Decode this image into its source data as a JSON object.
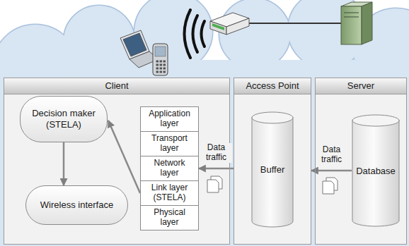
{
  "diagram": {
    "nodes": [
      {
        "text": [
          "Client"
        ]
      },
      {
        "text": [
          "Decision maker (STELA)"
        ],
        "in": 0
      },
      {
        "text": [
          "Wireless interface"
        ],
        "in": 0
      },
      {
        "text": [
          "Application layer"
        ],
        "in": 0
      },
      {
        "text": [
          "Transport layer"
        ],
        "in": 0
      },
      {
        "text": [
          "Network layer"
        ],
        "in": 0
      },
      {
        "text": [
          "Link layer (STELA)"
        ],
        "in": 0
      },
      {
        "text": [
          "Physical layer"
        ],
        "in": 0
      },
      {
        "text": [
          "Access Point"
        ]
      },
      {
        "text": [
          "Buffer"
        ],
        "in": 8
      },
      {
        "text": [
          "Server"
        ]
      },
      {
        "text": [
          "Database"
        ],
        "in": 10
      }
    ],
    "edges": [
      {
        "from": 1,
        "to": 2,
        "arrow": "to"
      },
      {
        "from": 6,
        "to": 1,
        "arrow": "to"
      },
      {
        "from": 8,
        "to": 5,
        "arrow": "to",
        "label": "Data traffic"
      },
      {
        "from": 11,
        "to": 8,
        "arrow": "to",
        "label": "Data traffic"
      }
    ]
  }
}
